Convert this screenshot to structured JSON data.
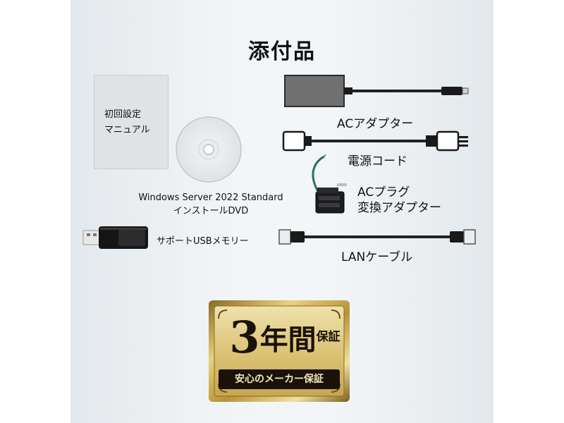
{
  "title": "添付品",
  "manual": {
    "line1": "初回設定",
    "line2": "マニュアル"
  },
  "dvd": {
    "line1": "Windows Server 2022 Standard",
    "line2": "インストールDVD"
  },
  "usb": {
    "label": "サポートUSBメモリー"
  },
  "ac_adapter": {
    "label": "ACアダプター"
  },
  "power_cord": {
    "label": "電源コード"
  },
  "ac_plug": {
    "line1": "ACプラグ",
    "line2": "変換アダプター"
  },
  "lan": {
    "label": "LANケーブル"
  },
  "warranty": {
    "number": "3",
    "word": "年間",
    "small": "保証",
    "sub": "安心のメーカー保証"
  },
  "colors": {
    "gold": "#c9a94a",
    "dark": "#1a1208"
  }
}
